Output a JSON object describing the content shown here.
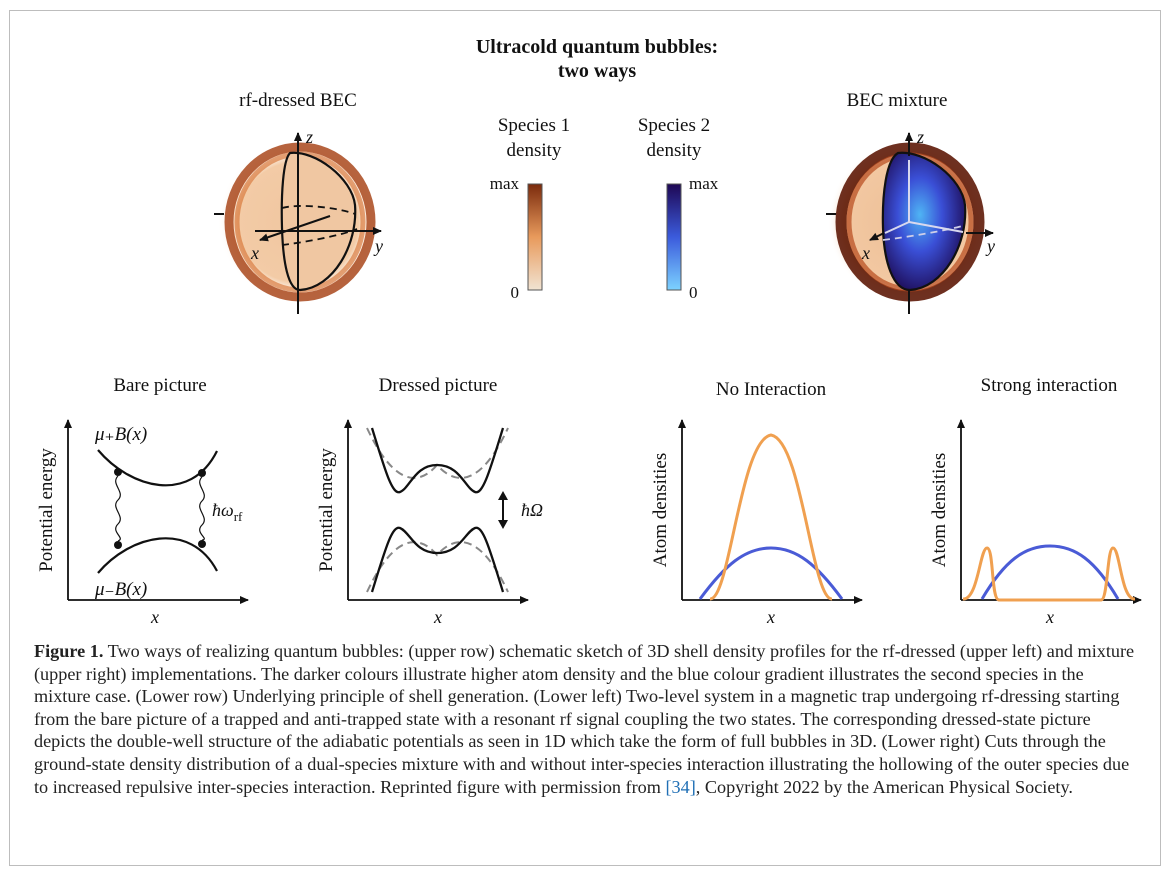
{
  "figure": {
    "title_line1": "Ultracold quantum bubbles:",
    "title_line2": "two ways",
    "rf_dressed_label": "rf-dressed BEC",
    "mixture_label": "BEC mixture",
    "species1_line1": "Species 1",
    "species1_line2": "density",
    "species2_line1": "Species 2",
    "species2_line2": "density",
    "cbar_max": "max",
    "cbar_zero": "0",
    "axis_x": "x",
    "axis_y": "y",
    "axis_z": "z",
    "colors": {
      "species1": "#e07a30",
      "species1_dark": "#8a2b0e",
      "species2": "#3f5fd8",
      "species2_dark": "#1c0a52",
      "orange_curve": "#f0a050",
      "blue_curve": "#4a5bd6"
    }
  },
  "panels": {
    "bare": {
      "title": "Bare picture",
      "ylabel": "Potential energy",
      "xlabel": "x",
      "upper_label": "μ₊B(x)",
      "lower_label": "μ₋B(x)",
      "coupling_label": "ħω",
      "coupling_sub": "rf"
    },
    "dressed": {
      "title": "Dressed picture",
      "ylabel": "Potential energy",
      "xlabel": "x",
      "gap_label": "ħΩ"
    },
    "no_interaction": {
      "title": "No Interaction",
      "ylabel": "Atom densities",
      "xlabel": "x"
    },
    "strong_interaction": {
      "title": "Strong interaction",
      "ylabel": "Atom densities",
      "xlabel": "x"
    }
  },
  "caption": {
    "lead": "Figure 1.",
    "body": " Two ways of realizing quantum bubbles: (upper row) schematic sketch of 3D shell density profiles for the rf-dressed (upper left) and mixture (upper right) implementations. The darker colours illustrate higher atom density and the blue colour gradient illustrates the second species in the mixture case. (Lower row) Underlying principle of shell generation. (Lower left) Two-level system in a magnetic trap undergoing rf-dressing starting from the bare picture of a trapped and anti-trapped state with a resonant rf signal coupling the two states. The corresponding dressed-state picture depicts the double-well structure of the adiabatic potentials as seen in 1D which take the form of full bubbles in 3D. (Lower right) Cuts through the ground-state density distribution of a dual-species mixture with and without inter-species interaction illustrating the hollowing of the outer species due to increased repulsive inter-species interaction. Reprinted figure with permission from ",
    "ref": "[34]",
    "tail": ", Copyright 2022 by the American Physical Society."
  }
}
